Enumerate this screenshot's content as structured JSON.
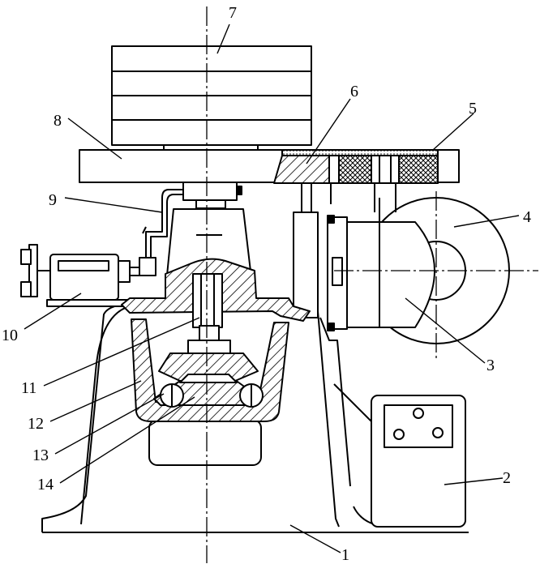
{
  "diagram": {
    "labels": {
      "l1": "1",
      "l2": "2",
      "l3": "3",
      "l4": "4",
      "l5": "5",
      "l6": "6",
      "l7": "7",
      "l8": "8",
      "l9": "9",
      "l10": "10",
      "l11": "11",
      "l12": "12",
      "l13": "13",
      "l14": "14"
    }
  }
}
